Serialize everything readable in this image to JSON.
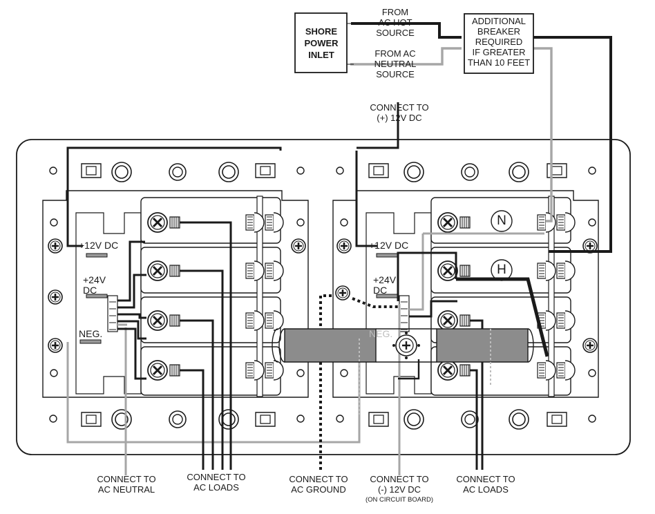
{
  "labels": {
    "shore_inlet": [
      "SHORE",
      "POWER",
      "INLET"
    ],
    "from_ac_hot": [
      "FROM",
      "AC HOT",
      "SOURCE"
    ],
    "from_ac_neutral": [
      "FROM AC",
      "NEUTRAL",
      "SOURCE"
    ],
    "additional_breaker": [
      "ADDITIONAL",
      "BREAKER",
      "REQUIRED",
      "IF GREATER",
      "THAN 10 FEET"
    ],
    "connect_pos_12v": [
      "CONNECT TO",
      "(+) 12V DC"
    ],
    "left_12v": "+12V DC",
    "left_24v": [
      "+24V",
      "DC"
    ],
    "left_neg": "NEG.",
    "right_12v": "+12V DC",
    "right_24v": [
      "+24V",
      "DC"
    ],
    "right_neg": "NEG.",
    "neutral_letter": "N",
    "hot_letter": "H",
    "bottom_ac_neutral": [
      "CONNECT TO",
      "AC NEUTRAL"
    ],
    "bottom_ac_loads_left": [
      "CONNECT TO",
      "AC LOADS"
    ],
    "bottom_ac_ground": [
      "CONNECT TO",
      "AC GROUND"
    ],
    "bottom_neg_12v": [
      "CONNECT TO",
      "(-) 12V DC"
    ],
    "bottom_neg_12v_note": "(ON CIRCUIT BOARD)",
    "bottom_ac_loads_right": [
      "CONNECT TO",
      "AC LOADS"
    ]
  },
  "colors": {
    "line": "#1a1a1a",
    "neutral_wire": "#a6a6a6",
    "sleeve": "#8c8c8c",
    "panel_stroke": "#1a1a1a"
  },
  "icons": [
    "plus-screw-icon",
    "terminal-screw-icon",
    "mounting-hole-icon",
    "ground-screw-icon"
  ]
}
